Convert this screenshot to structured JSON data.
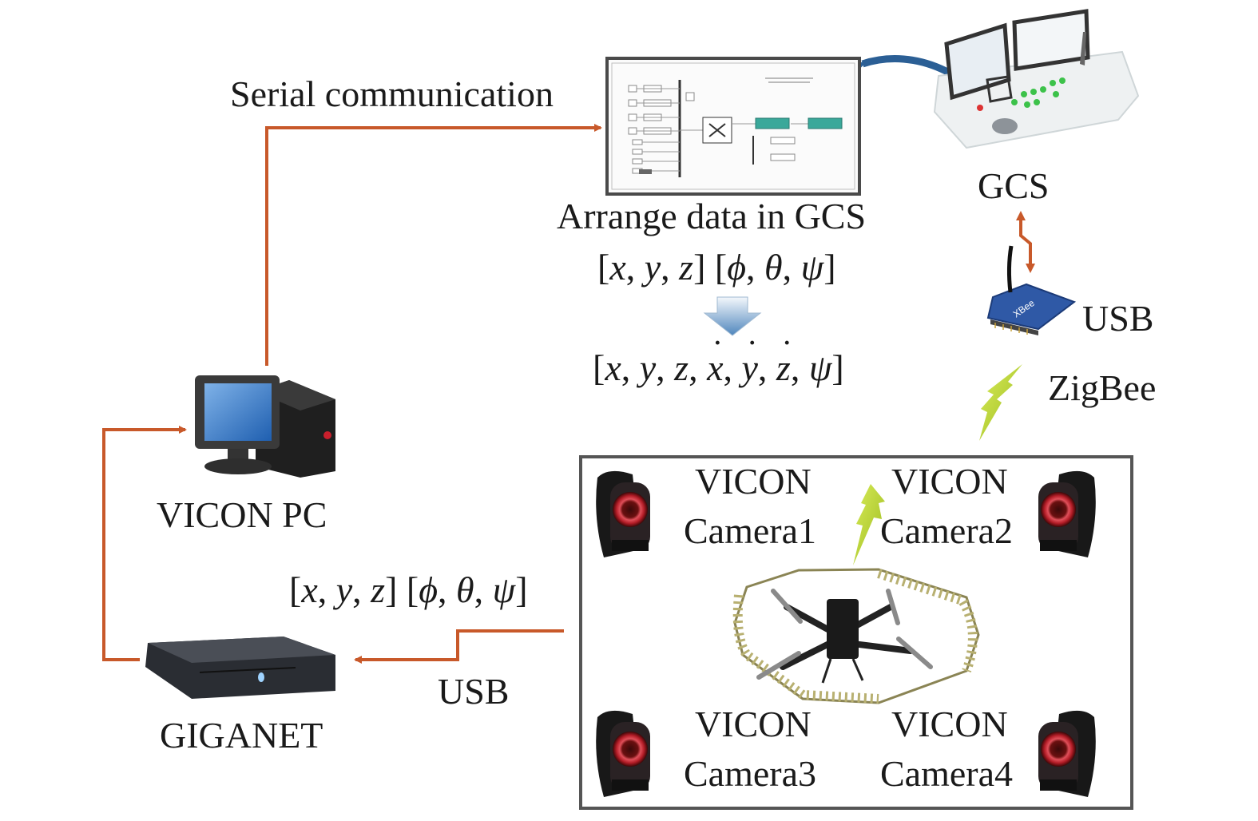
{
  "colors": {
    "wire": "#c8592a",
    "gcs_arrow": "#2b5f95",
    "zigbee_bolt": "#b8d42c",
    "frame": "#555555",
    "text": "#1a1a1a"
  },
  "labels": {
    "serial_communication": "Serial communication",
    "arrange_data": "Arrange data in GCS",
    "gcs": "GCS",
    "usb_top": "USB",
    "zigbee": "ZigBee",
    "vicon_pc": "VICON PC",
    "giganet": "GIGANET",
    "usb_bottom": "USB"
  },
  "math": {
    "pos_open": "[",
    "x": "x",
    "y": "y",
    "z": "z",
    "sep": ", ",
    "close_open": "] [",
    "phi": "ϕ",
    "theta": "θ",
    "psi": "ψ",
    "close": "]"
  },
  "cameras": [
    {
      "line1": "VICON",
      "line2": "Camera1"
    },
    {
      "line1": "VICON",
      "line2": "Camera2"
    },
    {
      "line1": "VICON",
      "line2": "Camera3"
    },
    {
      "line1": "VICON",
      "line2": "Camera4"
    }
  ],
  "icons": {
    "simulink": "simulink-model-screenshot",
    "gcs": "ground-control-station",
    "xbee": "xbee-module",
    "pc": "desktop-computer",
    "giganet": "network-box",
    "camera": "vicon-camera",
    "quadrotor": "caged-quadrotor",
    "bolt": "wireless-bolt",
    "down_arrow": "transform-arrow"
  }
}
